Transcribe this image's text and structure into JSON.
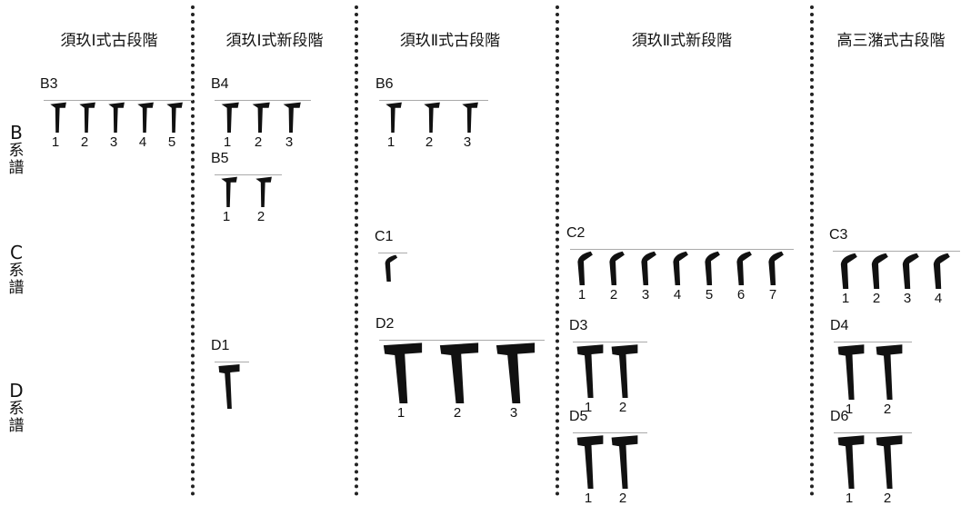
{
  "columns": [
    {
      "key": "c1",
      "heading": "須玖Ⅰ式古段階"
    },
    {
      "key": "c2",
      "heading": "須玖Ⅰ式新段階"
    },
    {
      "key": "c3",
      "heading": "須玖Ⅱ式古段階"
    },
    {
      "key": "c4",
      "heading": "須玖Ⅱ式新段階"
    },
    {
      "key": "c5",
      "heading": "高三潴式古段階"
    }
  ],
  "rows": [
    {
      "key": "B",
      "label_letter": "B",
      "label_rest": "系譜"
    },
    {
      "key": "C",
      "label_letter": "C",
      "label_rest": "系譜"
    },
    {
      "key": "D",
      "label_letter": "D",
      "label_rest": "系譜"
    }
  ],
  "groups": [
    {
      "id": "B3",
      "row": "B",
      "col": "c1",
      "items": [
        "1",
        "2",
        "3",
        "4",
        "5"
      ],
      "shape": "b"
    },
    {
      "id": "B4",
      "row": "B",
      "col": "c2",
      "items": [
        "1",
        "2",
        "3"
      ],
      "shape": "b"
    },
    {
      "id": "B5",
      "row": "B",
      "col": "c2",
      "items": [
        "1",
        "2"
      ],
      "shape": "b"
    },
    {
      "id": "B6",
      "row": "B",
      "col": "c3",
      "items": [
        "1",
        "2",
        "3"
      ],
      "shape": "b"
    },
    {
      "id": "C1",
      "row": "C",
      "col": "c3",
      "items": [
        ""
      ],
      "shape": "c"
    },
    {
      "id": "C2",
      "row": "C",
      "col": "c4",
      "items": [
        "1",
        "2",
        "3",
        "4",
        "5",
        "6",
        "7"
      ],
      "shape": "c"
    },
    {
      "id": "C3",
      "row": "C",
      "col": "c5",
      "items": [
        "1",
        "2",
        "3",
        "4"
      ],
      "shape": "c"
    },
    {
      "id": "D1",
      "row": "D",
      "col": "c2",
      "items": [
        ""
      ],
      "shape": "d"
    },
    {
      "id": "D2",
      "row": "D",
      "col": "c3",
      "items": [
        "1",
        "2",
        "3"
      ],
      "shape": "d"
    },
    {
      "id": "D3",
      "row": "D",
      "col": "c4",
      "items": [
        "1",
        "2"
      ],
      "shape": "d"
    },
    {
      "id": "D4",
      "row": "D",
      "col": "c5",
      "items": [
        "1",
        "2"
      ],
      "shape": "d"
    },
    {
      "id": "D5",
      "row": "D",
      "col": "c4",
      "items": [
        "1",
        "2"
      ],
      "shape": "d"
    },
    {
      "id": "D6",
      "row": "D",
      "col": "c5",
      "items": [
        "1",
        "2"
      ],
      "shape": "d"
    }
  ]
}
